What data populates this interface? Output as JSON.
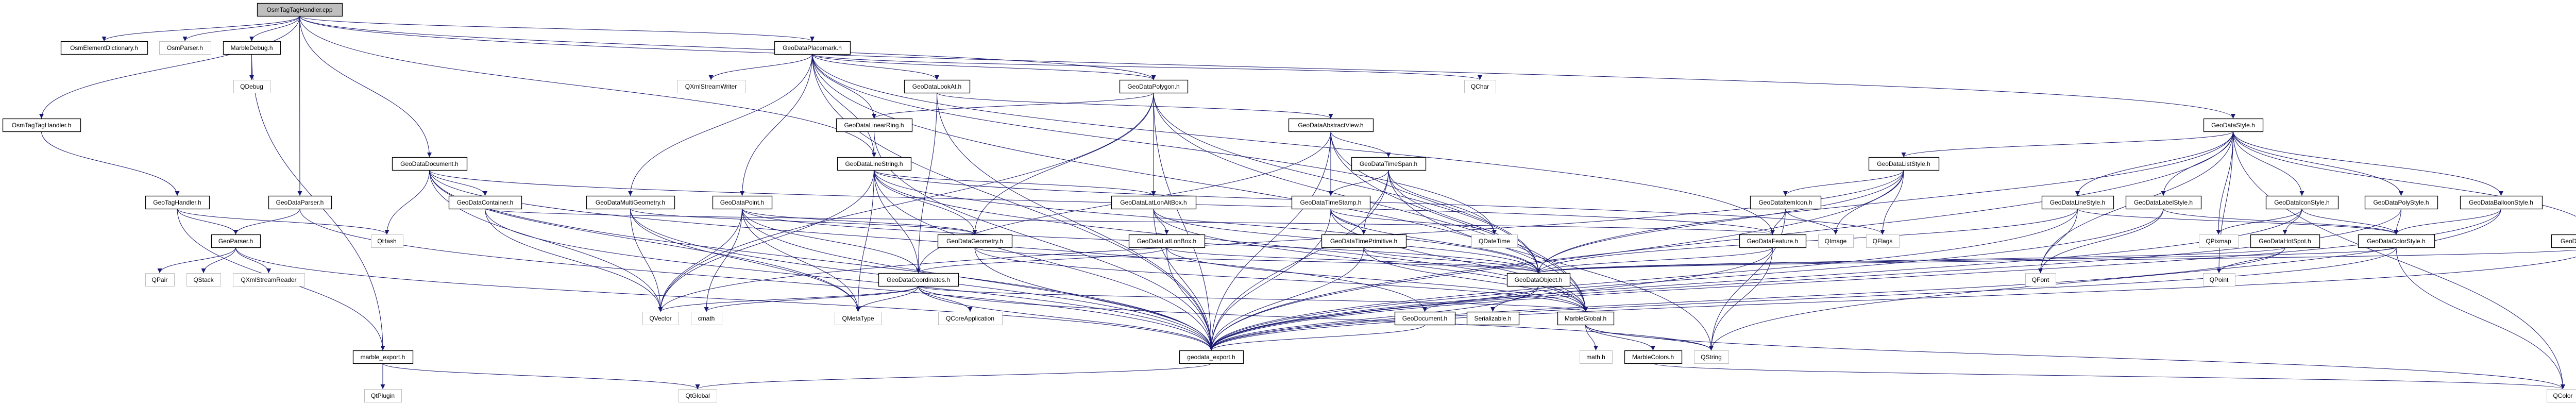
{
  "graph": {
    "colors": {
      "edge": "#191970",
      "root_fill": "#bfbfbf",
      "internal_border": "#000000",
      "external_border": "#bfbfbf"
    },
    "nodes": [
      {
        "id": "OsmTagTagHandler.cpp",
        "kind": "root"
      },
      {
        "id": "OsmElementDictionary.h",
        "kind": "internal"
      },
      {
        "id": "OsmParser.h",
        "kind": "external"
      },
      {
        "id": "MarbleDebug.h",
        "kind": "internal"
      },
      {
        "id": "QDebug",
        "kind": "external"
      },
      {
        "id": "OsmTagTagHandler.h",
        "kind": "internal"
      },
      {
        "id": "GeoTagHandler.h",
        "kind": "internal"
      },
      {
        "id": "GeoDataParser.h",
        "kind": "internal"
      },
      {
        "id": "GeoParser.h",
        "kind": "internal"
      },
      {
        "id": "QHash",
        "kind": "external"
      },
      {
        "id": "QPair",
        "kind": "external"
      },
      {
        "id": "QStack",
        "kind": "external"
      },
      {
        "id": "QXmlStreamReader",
        "kind": "external"
      },
      {
        "id": "marble_export.h",
        "kind": "internal"
      },
      {
        "id": "QtPlugin",
        "kind": "external"
      },
      {
        "id": "GeoDataDocument.h",
        "kind": "internal"
      },
      {
        "id": "GeoDataContainer.h",
        "kind": "internal"
      },
      {
        "id": "GeoDataPlacemark.h",
        "kind": "internal"
      },
      {
        "id": "QXmlStreamWriter",
        "kind": "external"
      },
      {
        "id": "GeoDataLookAt.h",
        "kind": "internal"
      },
      {
        "id": "GeoDataPolygon.h",
        "kind": "internal"
      },
      {
        "id": "QChar",
        "kind": "external"
      },
      {
        "id": "GeoDataLinearRing.h",
        "kind": "internal"
      },
      {
        "id": "GeoDataLineString.h",
        "kind": "internal"
      },
      {
        "id": "GeoDataMultiGeometry.h",
        "kind": "internal"
      },
      {
        "id": "GeoDataPoint.h",
        "kind": "internal"
      },
      {
        "id": "GeoDataCoordinates.h",
        "kind": "internal"
      },
      {
        "id": "GeoDataGeometry.h",
        "kind": "internal"
      },
      {
        "id": "GeoDataLatLonAltBox.h",
        "kind": "internal"
      },
      {
        "id": "GeoDataLatLonBox.h",
        "kind": "internal"
      },
      {
        "id": "GeoDataAbstractView.h",
        "kind": "internal"
      },
      {
        "id": "GeoDataTimeSpan.h",
        "kind": "internal"
      },
      {
        "id": "GeoDataTimeStamp.h",
        "kind": "internal"
      },
      {
        "id": "GeoDataTimePrimitive.h",
        "kind": "internal"
      },
      {
        "id": "QDateTime",
        "kind": "external"
      },
      {
        "id": "GeoDataObject.h",
        "kind": "internal"
      },
      {
        "id": "GeoDocument.h",
        "kind": "internal"
      },
      {
        "id": "Serializable.h",
        "kind": "internal"
      },
      {
        "id": "MarbleGlobal.h",
        "kind": "internal"
      },
      {
        "id": "QVector",
        "kind": "external"
      },
      {
        "id": "cmath",
        "kind": "external"
      },
      {
        "id": "QMetaType",
        "kind": "external"
      },
      {
        "id": "QCoreApplication",
        "kind": "external"
      },
      {
        "id": "geodata_export.h",
        "kind": "internal"
      },
      {
        "id": "QtGlobal",
        "kind": "external"
      },
      {
        "id": "math.h",
        "kind": "external"
      },
      {
        "id": "MarbleColors.h",
        "kind": "internal"
      },
      {
        "id": "QString",
        "kind": "external"
      },
      {
        "id": "GeoDataItemIcon.h",
        "kind": "internal"
      },
      {
        "id": "GeoDataFeature.h",
        "kind": "internal"
      },
      {
        "id": "QImage",
        "kind": "external"
      },
      {
        "id": "GeoDataStyle.h",
        "kind": "internal"
      },
      {
        "id": "GeoDataListStyle.h",
        "kind": "internal"
      },
      {
        "id": "QFlags",
        "kind": "external"
      },
      {
        "id": "GeoDataLineStyle.h",
        "kind": "internal"
      },
      {
        "id": "GeoDataLabelStyle.h",
        "kind": "internal"
      },
      {
        "id": "GeoDataIconStyle.h",
        "kind": "internal"
      },
      {
        "id": "QPixmap",
        "kind": "external"
      },
      {
        "id": "GeoDataHotSpot.h",
        "kind": "internal"
      },
      {
        "id": "QFont",
        "kind": "external"
      },
      {
        "id": "QPoint",
        "kind": "external"
      },
      {
        "id": "GeoDataPolyStyle.h",
        "kind": "internal"
      },
      {
        "id": "GeoDataBalloonStyle.h",
        "kind": "internal"
      },
      {
        "id": "GeoDataColorStyle.h",
        "kind": "internal"
      },
      {
        "id": "GeoDataStyleSelector.h",
        "kind": "internal"
      },
      {
        "id": "QColor",
        "kind": "external"
      }
    ],
    "edges": [
      [
        "OsmTagTagHandler.cpp",
        "OsmTagTagHandler.h"
      ],
      [
        "OsmTagTagHandler.cpp",
        "OsmElementDictionary.h"
      ],
      [
        "OsmTagTagHandler.cpp",
        "OsmParser.h"
      ],
      [
        "OsmTagTagHandler.cpp",
        "MarbleDebug.h"
      ],
      [
        "OsmTagTagHandler.cpp",
        "GeoDataParser.h"
      ],
      [
        "OsmTagTagHandler.cpp",
        "GeoDataDocument.h"
      ],
      [
        "OsmTagTagHandler.cpp",
        "GeoDataPlacemark.h"
      ],
      [
        "OsmTagTagHandler.cpp",
        "GeoDataStyle.h"
      ],
      [
        "OsmTagTagHandler.cpp",
        "GeoDataLineString.h"
      ],
      [
        "OsmTagTagHandler.cpp",
        "GeoDataPolygon.h"
      ],
      [
        "MarbleDebug.h",
        "QDebug"
      ],
      [
        "MarbleDebug.h",
        "marble_export.h"
      ],
      [
        "OsmTagTagHandler.h",
        "GeoTagHandler.h"
      ],
      [
        "GeoTagHandler.h",
        "GeoParser.h"
      ],
      [
        "GeoTagHandler.h",
        "QHash"
      ],
      [
        "GeoTagHandler.h",
        "marble_export.h"
      ],
      [
        "GeoDataParser.h",
        "GeoParser.h"
      ],
      [
        "GeoDataParser.h",
        "geodata_export.h"
      ],
      [
        "GeoParser.h",
        "QPair"
      ],
      [
        "GeoParser.h",
        "QStack"
      ],
      [
        "GeoParser.h",
        "QXmlStreamReader"
      ],
      [
        "GeoParser.h",
        "geodata_export.h"
      ],
      [
        "marble_export.h",
        "QtPlugin"
      ],
      [
        "marble_export.h",
        "QtGlobal"
      ],
      [
        "geodata_export.h",
        "QtGlobal"
      ],
      [
        "GeoDataDocument.h",
        "QHash"
      ],
      [
        "GeoDataDocument.h",
        "GeoDataContainer.h"
      ],
      [
        "GeoDataDocument.h",
        "QVector"
      ],
      [
        "GeoDataDocument.h",
        "geodata_export.h"
      ],
      [
        "GeoDataDocument.h",
        "QMetaType"
      ],
      [
        "GeoDataDocument.h",
        "GeoDocument.h"
      ],
      [
        "GeoDataDocument.h",
        "GeoDataFeature.h"
      ],
      [
        "GeoDataContainer.h",
        "QVector"
      ],
      [
        "GeoDataContainer.h",
        "GeoDataFeature.h"
      ],
      [
        "GeoDataContainer.h",
        "geodata_export.h"
      ],
      [
        "GeoDataPlacemark.h",
        "QXmlStreamWriter"
      ],
      [
        "GeoDataPlacemark.h",
        "GeoDataLookAt.h"
      ],
      [
        "GeoDataPlacemark.h",
        "GeoDataPolygon.h"
      ],
      [
        "GeoDataPlacemark.h",
        "GeoDataLinearRing.h"
      ],
      [
        "GeoDataPlacemark.h",
        "GeoDataLineString.h"
      ],
      [
        "GeoDataPlacemark.h",
        "GeoDataMultiGeometry.h"
      ],
      [
        "GeoDataPlacemark.h",
        "GeoDataPoint.h"
      ],
      [
        "GeoDataPlacemark.h",
        "QChar"
      ],
      [
        "GeoDataPlacemark.h",
        "GeoDataFeature.h"
      ],
      [
        "GeoDataPlacemark.h",
        "geodata_export.h"
      ],
      [
        "GeoDataPlacemark.h",
        "MarbleGlobal.h"
      ],
      [
        "GeoDataPlacemark.h",
        "QDateTime"
      ],
      [
        "GeoDataLookAt.h",
        "GeoDataCoordinates.h"
      ],
      [
        "GeoDataLookAt.h",
        "GeoDataAbstractView.h"
      ],
      [
        "GeoDataLookAt.h",
        "geodata_export.h"
      ],
      [
        "GeoDataPolygon.h",
        "GeoDataLinearRing.h"
      ],
      [
        "GeoDataPolygon.h",
        "GeoDataGeometry.h"
      ],
      [
        "GeoDataPolygon.h",
        "GeoDataLatLonAltBox.h"
      ],
      [
        "GeoDataPolygon.h",
        "QVector"
      ],
      [
        "GeoDataPolygon.h",
        "geodata_export.h"
      ],
      [
        "GeoDataPolygon.h",
        "MarbleGlobal.h"
      ],
      [
        "GeoDataPolygon.h",
        "GeoDataObject.h"
      ],
      [
        "GeoDataLinearRing.h",
        "GeoDataLineString.h"
      ],
      [
        "GeoDataLinearRing.h",
        "geodata_export.h"
      ],
      [
        "GeoDataLineString.h",
        "QVector"
      ],
      [
        "GeoDataLineString.h",
        "QMetaType"
      ],
      [
        "GeoDataLineString.h",
        "GeoDataCoordinates.h"
      ],
      [
        "GeoDataLineString.h",
        "GeoDataGeometry.h"
      ],
      [
        "GeoDataLineString.h",
        "GeoDataLatLonAltBox.h"
      ],
      [
        "GeoDataLineString.h",
        "GeoDataObject.h"
      ],
      [
        "GeoDataLineString.h",
        "MarbleGlobal.h"
      ],
      [
        "GeoDataLineString.h",
        "geodata_export.h"
      ],
      [
        "GeoDataLineString.h",
        "QFlags"
      ],
      [
        "GeoDataMultiGeometry.h",
        "QVector"
      ],
      [
        "GeoDataMultiGeometry.h",
        "GeoDataGeometry.h"
      ],
      [
        "GeoDataMultiGeometry.h",
        "geodata_export.h"
      ],
      [
        "GeoDataMultiGeometry.h",
        "QMetaType"
      ],
      [
        "GeoDataPoint.h",
        "QVector"
      ],
      [
        "GeoDataPoint.h",
        "cmath"
      ],
      [
        "GeoDataPoint.h",
        "QMetaType"
      ],
      [
        "GeoDataPoint.h",
        "GeoDataCoordinates.h"
      ],
      [
        "GeoDataPoint.h",
        "GeoDataGeometry.h"
      ],
      [
        "GeoDataPoint.h",
        "GeoDataObject.h"
      ],
      [
        "GeoDataPoint.h",
        "geodata_export.h"
      ],
      [
        "GeoDataCoordinates.h",
        "QVector"
      ],
      [
        "GeoDataCoordinates.h",
        "cmath"
      ],
      [
        "GeoDataCoordinates.h",
        "QMetaType"
      ],
      [
        "GeoDataCoordinates.h",
        "QCoreApplication"
      ],
      [
        "GeoDataCoordinates.h",
        "MarbleGlobal.h"
      ],
      [
        "GeoDataCoordinates.h",
        "geodata_export.h"
      ],
      [
        "GeoDataCoordinates.h",
        "QString"
      ],
      [
        "GeoDataGeometry.h",
        "GeoDataObject.h"
      ],
      [
        "GeoDataGeometry.h",
        "MarbleGlobal.h"
      ],
      [
        "GeoDataGeometry.h",
        "geodata_export.h"
      ],
      [
        "GeoDataLatLonAltBox.h",
        "GeoDataLatLonBox.h"
      ],
      [
        "GeoDataLatLonAltBox.h",
        "GeoDataObject.h"
      ],
      [
        "GeoDataLatLonAltBox.h",
        "geodata_export.h"
      ],
      [
        "GeoDataLatLonAltBox.h",
        "MarbleGlobal.h"
      ],
      [
        "GeoDataLatLonBox.h",
        "GeoDataCoordinates.h"
      ],
      [
        "GeoDataLatLonBox.h",
        "GeoDataObject.h"
      ],
      [
        "GeoDataLatLonBox.h",
        "geodata_export.h"
      ],
      [
        "GeoDataLatLonBox.h",
        "MarbleGlobal.h"
      ],
      [
        "GeoDataAbstractView.h",
        "GeoDataTimeSpan.h"
      ],
      [
        "GeoDataAbstractView.h",
        "GeoDataTimeStamp.h"
      ],
      [
        "GeoDataAbstractView.h",
        "GeoDataCoordinates.h"
      ],
      [
        "GeoDataAbstractView.h",
        "geodata_export.h"
      ],
      [
        "GeoDataAbstractView.h",
        "GeoDataObject.h"
      ],
      [
        "GeoDataAbstractView.h",
        "MarbleGlobal.h"
      ],
      [
        "GeoDataTimeSpan.h",
        "GeoDataTimeStamp.h"
      ],
      [
        "GeoDataTimeSpan.h",
        "GeoDataTimePrimitive.h"
      ],
      [
        "GeoDataTimeSpan.h",
        "QDateTime"
      ],
      [
        "GeoDataTimeSpan.h",
        "GeoDataObject.h"
      ],
      [
        "GeoDataTimeSpan.h",
        "geodata_export.h"
      ],
      [
        "GeoDataTimeSpan.h",
        "QString"
      ],
      [
        "GeoDataTimeStamp.h",
        "GeoDataTimePrimitive.h"
      ],
      [
        "GeoDataTimeStamp.h",
        "QDateTime"
      ],
      [
        "GeoDataTimeStamp.h",
        "GeoDataObject.h"
      ],
      [
        "GeoDataTimeStamp.h",
        "geodata_export.h"
      ],
      [
        "GeoDataTimeStamp.h",
        "MarbleGlobal.h"
      ],
      [
        "GeoDataTimePrimitive.h",
        "GeoDataObject.h"
      ],
      [
        "GeoDataTimePrimitive.h",
        "geodata_export.h"
      ],
      [
        "GeoDataTimePrimitive.h",
        "MarbleGlobal.h"
      ],
      [
        "GeoDataObject.h",
        "GeoDocument.h"
      ],
      [
        "GeoDataObject.h",
        "Serializable.h"
      ],
      [
        "GeoDataObject.h",
        "geodata_export.h"
      ],
      [
        "GeoDocument.h",
        "geodata_export.h"
      ],
      [
        "MarbleGlobal.h",
        "math.h"
      ],
      [
        "MarbleGlobal.h",
        "MarbleColors.h"
      ],
      [
        "MarbleGlobal.h",
        "QString"
      ],
      [
        "MarbleGlobal.h",
        "QColor"
      ],
      [
        "MarbleColors.h",
        "QColor"
      ],
      [
        "GeoDataFeature.h",
        "GeoDataObject.h"
      ],
      [
        "GeoDataFeature.h",
        "QString"
      ],
      [
        "GeoDataFeature.h",
        "geodata_export.h"
      ],
      [
        "GeoDataItemIcon.h",
        "GeoDataFeature.h"
      ],
      [
        "GeoDataItemIcon.h",
        "QImage"
      ],
      [
        "GeoDataItemIcon.h",
        "QString"
      ],
      [
        "GeoDataStyle.h",
        "GeoDataListStyle.h"
      ],
      [
        "GeoDataStyle.h",
        "GeoDataLineStyle.h"
      ],
      [
        "GeoDataStyle.h",
        "GeoDataLabelStyle.h"
      ],
      [
        "GeoDataStyle.h",
        "GeoDataIconStyle.h"
      ],
      [
        "GeoDataStyle.h",
        "GeoDataPolyStyle.h"
      ],
      [
        "GeoDataStyle.h",
        "GeoDataBalloonStyle.h"
      ],
      [
        "GeoDataStyle.h",
        "GeoDataStyleSelector.h"
      ],
      [
        "GeoDataStyle.h",
        "QFont"
      ],
      [
        "GeoDataStyle.h",
        "QPixmap"
      ],
      [
        "GeoDataStyle.h",
        "QPoint"
      ],
      [
        "GeoDataStyle.h",
        "QColor"
      ],
      [
        "GeoDataStyle.h",
        "geodata_export.h"
      ],
      [
        "GeoDataStyle.h",
        "GeoDataObject.h"
      ],
      [
        "GeoDataListStyle.h",
        "GeoDataItemIcon.h"
      ],
      [
        "GeoDataListStyle.h",
        "QFlags"
      ],
      [
        "GeoDataListStyle.h",
        "QImage"
      ],
      [
        "GeoDataListStyle.h",
        "QVector"
      ],
      [
        "GeoDataListStyle.h",
        "GeoDataObject.h"
      ],
      [
        "GeoDataListStyle.h",
        "geodata_export.h"
      ],
      [
        "GeoDataLineStyle.h",
        "QFont"
      ],
      [
        "GeoDataLineStyle.h",
        "GeoDataColorStyle.h"
      ],
      [
        "GeoDataLineStyle.h",
        "geodata_export.h"
      ],
      [
        "GeoDataLineStyle.h",
        "GeoDataObject.h"
      ],
      [
        "GeoDataLabelStyle.h",
        "QFont"
      ],
      [
        "GeoDataLabelStyle.h",
        "GeoDataColorStyle.h"
      ],
      [
        "GeoDataLabelStyle.h",
        "geodata_export.h"
      ],
      [
        "GeoDataIconStyle.h",
        "QPixmap"
      ],
      [
        "GeoDataIconStyle.h",
        "GeoDataHotSpot.h"
      ],
      [
        "GeoDataIconStyle.h",
        "GeoDataColorStyle.h"
      ],
      [
        "GeoDataIconStyle.h",
        "geodata_export.h"
      ],
      [
        "GeoDataHotSpot.h",
        "QPoint"
      ],
      [
        "GeoDataHotSpot.h",
        "GeoDataObject.h"
      ],
      [
        "GeoDataHotSpot.h",
        "geodata_export.h"
      ],
      [
        "GeoDataPolyStyle.h",
        "GeoDataColorStyle.h"
      ],
      [
        "GeoDataPolyStyle.h",
        "geodata_export.h"
      ],
      [
        "GeoDataBalloonStyle.h",
        "GeoDataColorStyle.h"
      ],
      [
        "GeoDataBalloonStyle.h",
        "geodata_export.h"
      ],
      [
        "GeoDataBalloonStyle.h",
        "QString"
      ],
      [
        "GeoDataColorStyle.h",
        "QColor"
      ],
      [
        "GeoDataColorStyle.h",
        "GeoDataObject.h"
      ],
      [
        "GeoDataColorStyle.h",
        "geodata_export.h"
      ],
      [
        "GeoDataStyleSelector.h",
        "GeoDataObject.h"
      ],
      [
        "GeoDataStyleSelector.h",
        "geodata_export.h"
      ]
    ]
  }
}
